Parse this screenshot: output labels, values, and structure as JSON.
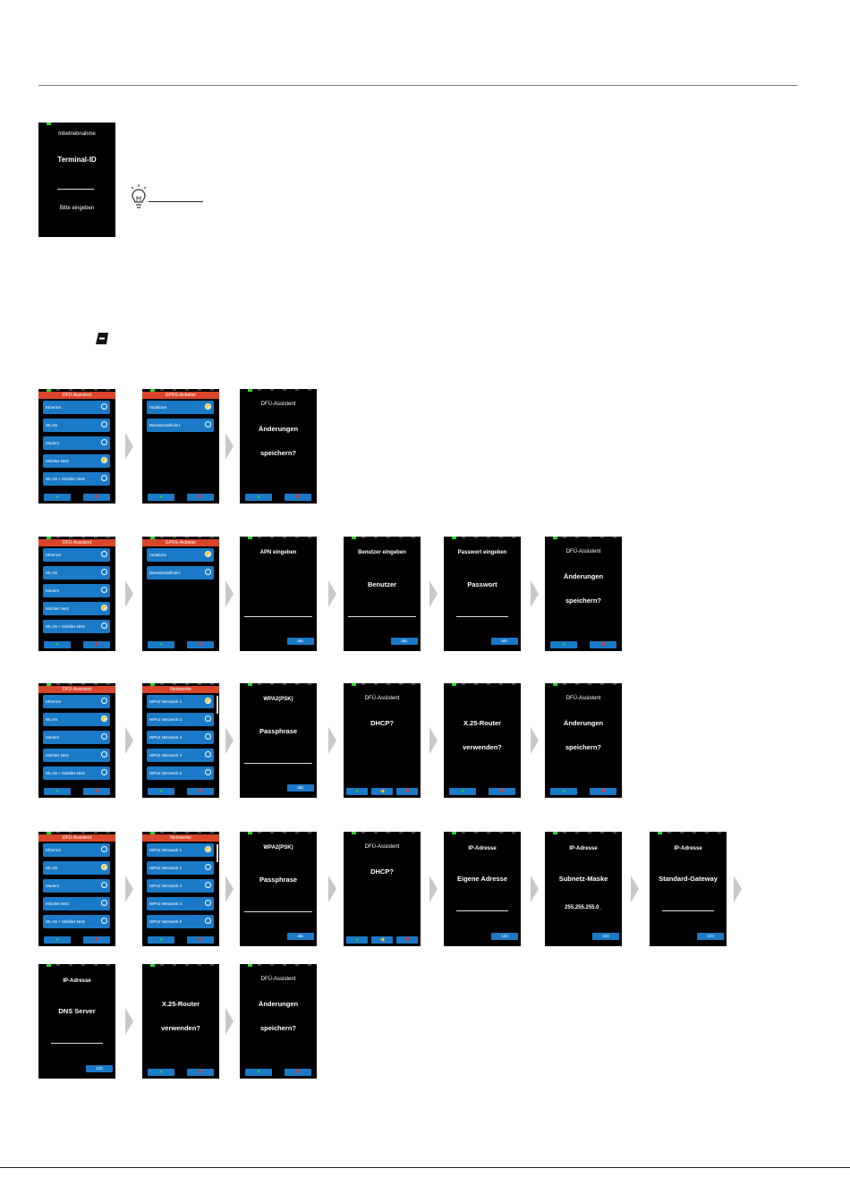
{
  "s_inbetrieb": {
    "header": "Inbetriebnahme",
    "title": "Terminal-ID",
    "prompt": "Bitte eingeben"
  },
  "menu": {
    "title": "DFÜ-Assistent",
    "items": [
      "Ethernet",
      "WLAN",
      "Modem",
      "Mobiles Netz",
      "WLAN + Mobiles Netz"
    ]
  },
  "gprs": {
    "title": "GPRS-Anbieter",
    "items": [
      "Vodafone",
      "Benutzerdefiniert"
    ]
  },
  "netz": {
    "title": "Netzwerke",
    "items": [
      "WPA2 Netzwerk 1",
      "WPA2 Netzwerk 2",
      "WPA2 Netzwerk 3",
      "WPA2 Netzwerk 4",
      "WPA2 Netzwerk 5"
    ]
  },
  "save": {
    "header": "DFÜ-Assistent",
    "line1": "Änderungen",
    "line2": "speichern?"
  },
  "apn": {
    "title": "APN eingeben"
  },
  "user": {
    "title": "Benutzer eingeben",
    "value": "Benutzer"
  },
  "pass": {
    "title": "Passwort eingeben",
    "value": "Passwort"
  },
  "wpa": {
    "title": "WPA2(PSK)",
    "value": "Passphrase"
  },
  "dhcp": {
    "header": "DFÜ-Assistent",
    "question": "DHCP?"
  },
  "x25": {
    "line1": "X.25-Router",
    "line2": "verwenden?"
  },
  "ip": {
    "header": "IP-Adresse",
    "own": "Eigene Adresse",
    "subnet": "Subnetz-Maske",
    "subnet_value": "255.255.255.0_",
    "gateway": "Standard-Gateway",
    "dns": "DNS Server"
  },
  "keys": {
    "abc": "abc",
    "num": "123"
  }
}
